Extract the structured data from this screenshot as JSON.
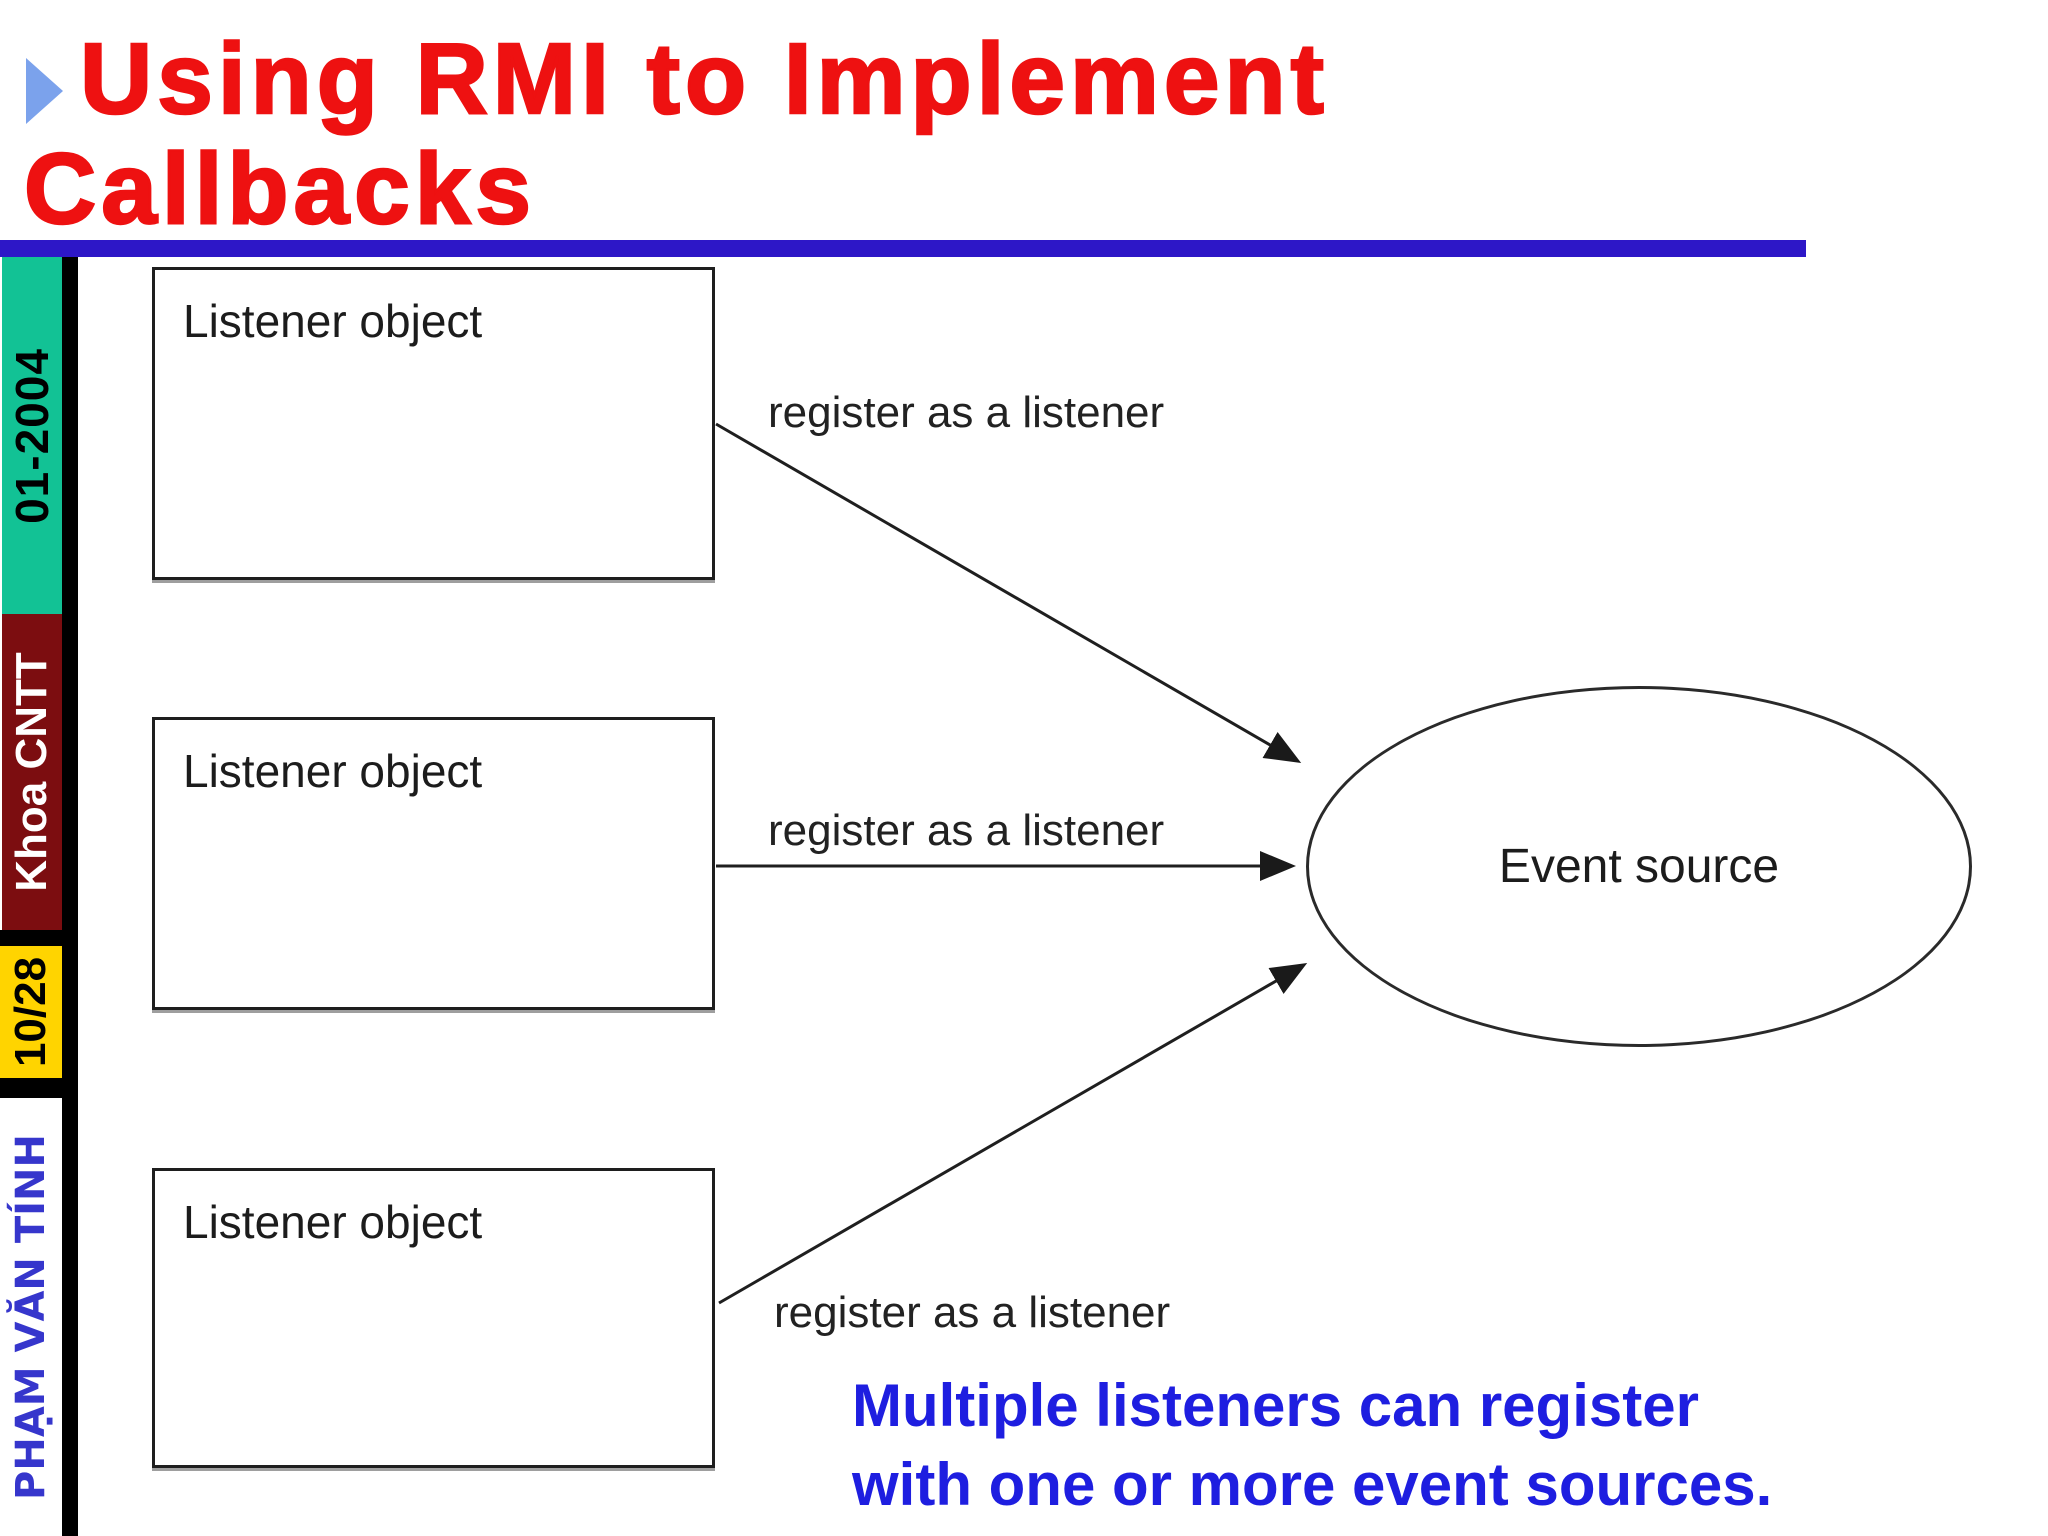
{
  "slide": {
    "title": {
      "line1": "Using RMI to Implement",
      "line2": "Callbacks"
    },
    "colors": {
      "title_red": "#ee1111",
      "bullet_blue": "#7ba2ec",
      "underline_blue": "#2d17c7",
      "sidebar_teal": "#12c295",
      "sidebar_maroon": "#7c0d10",
      "sidebar_yellow": "#ffd400",
      "sidebar_author_blue": "#3636cc",
      "caption_blue": "#1e1ee0"
    }
  },
  "sidebar": {
    "date_label": "01-2004",
    "department_label": "Khoa CNTT",
    "page_label": "10/28",
    "author_label": "PHẠM VĂN TÍNH"
  },
  "diagram": {
    "boxes": [
      {
        "label": "Listener object"
      },
      {
        "label": "Listener object"
      },
      {
        "label": "Listener object"
      }
    ],
    "event_source_label": "Event source",
    "arrow_labels": [
      {
        "text": "register as a listener"
      },
      {
        "text": "register as a listener"
      },
      {
        "text": "register as a listener"
      }
    ]
  },
  "caption": {
    "line1": "Multiple listeners can register",
    "line2": "with one or more event sources."
  }
}
